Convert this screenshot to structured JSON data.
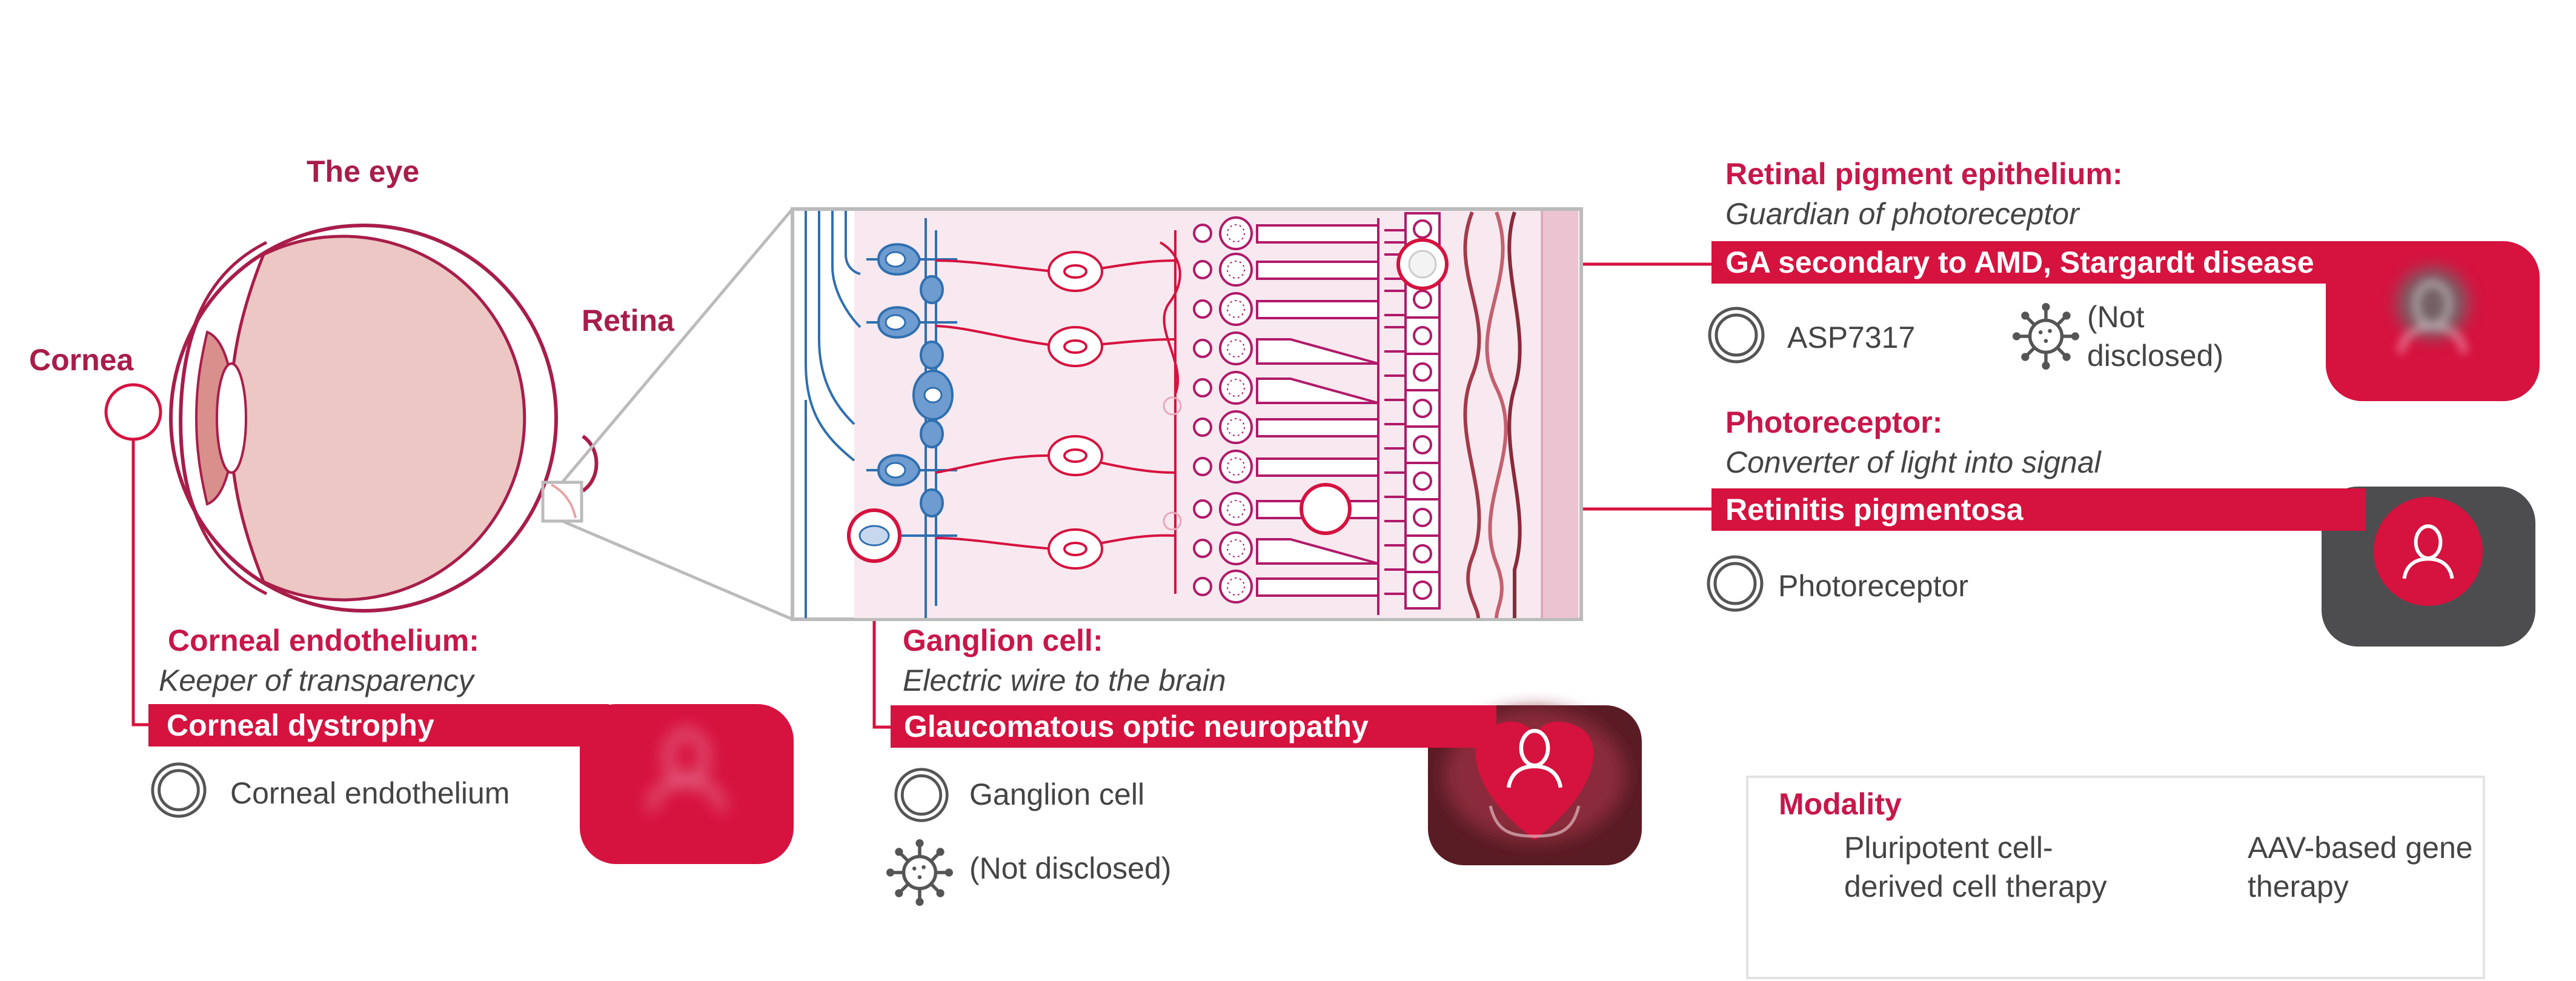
{
  "eye": {
    "title": "The eye",
    "cornea_label": "Cornea",
    "retina_label": "Retina"
  },
  "corneal": {
    "heading": "Corneal endothelium:",
    "subtitle": "Keeper of transparency",
    "disease": "Corneal dystrophy",
    "program": "Corneal endothelium"
  },
  "ganglion": {
    "heading": "Ganglion cell:",
    "subtitle": "Electric wire to the brain",
    "disease": "Glaucomatous optic neuropathy",
    "programs": [
      "Ganglion cell",
      "(Not disclosed)"
    ]
  },
  "rpe": {
    "heading": "Retinal pigment epithelium:",
    "subtitle": "Guardian of photoreceptor",
    "disease": "GA secondary to AMD, Stargardt disease",
    "programs": [
      "ASP7317",
      "(Not",
      "disclosed)"
    ]
  },
  "photoreceptor": {
    "heading": "Photoreceptor:",
    "subtitle": "Converter of light into signal",
    "disease": "Retinitis pigmentosa",
    "program": "Photoreceptor"
  },
  "modality": {
    "title": "Modality",
    "cell_therapy": [
      "Pluripotent cell-",
      "derived cell therapy"
    ],
    "gene_therapy": [
      "AAV-based gene",
      "therapy"
    ]
  },
  "colors": {
    "accent_red": "#d6123f",
    "title_red": "#a81d49",
    "eye_fill": "#ecc7c4",
    "neuron_blue": "#2f6fb0",
    "text_gray": "#444444"
  },
  "icons": {
    "cell_therapy": "concentric-circle-icon",
    "gene_therapy": "virus-icon",
    "patient": "person-icon"
  }
}
